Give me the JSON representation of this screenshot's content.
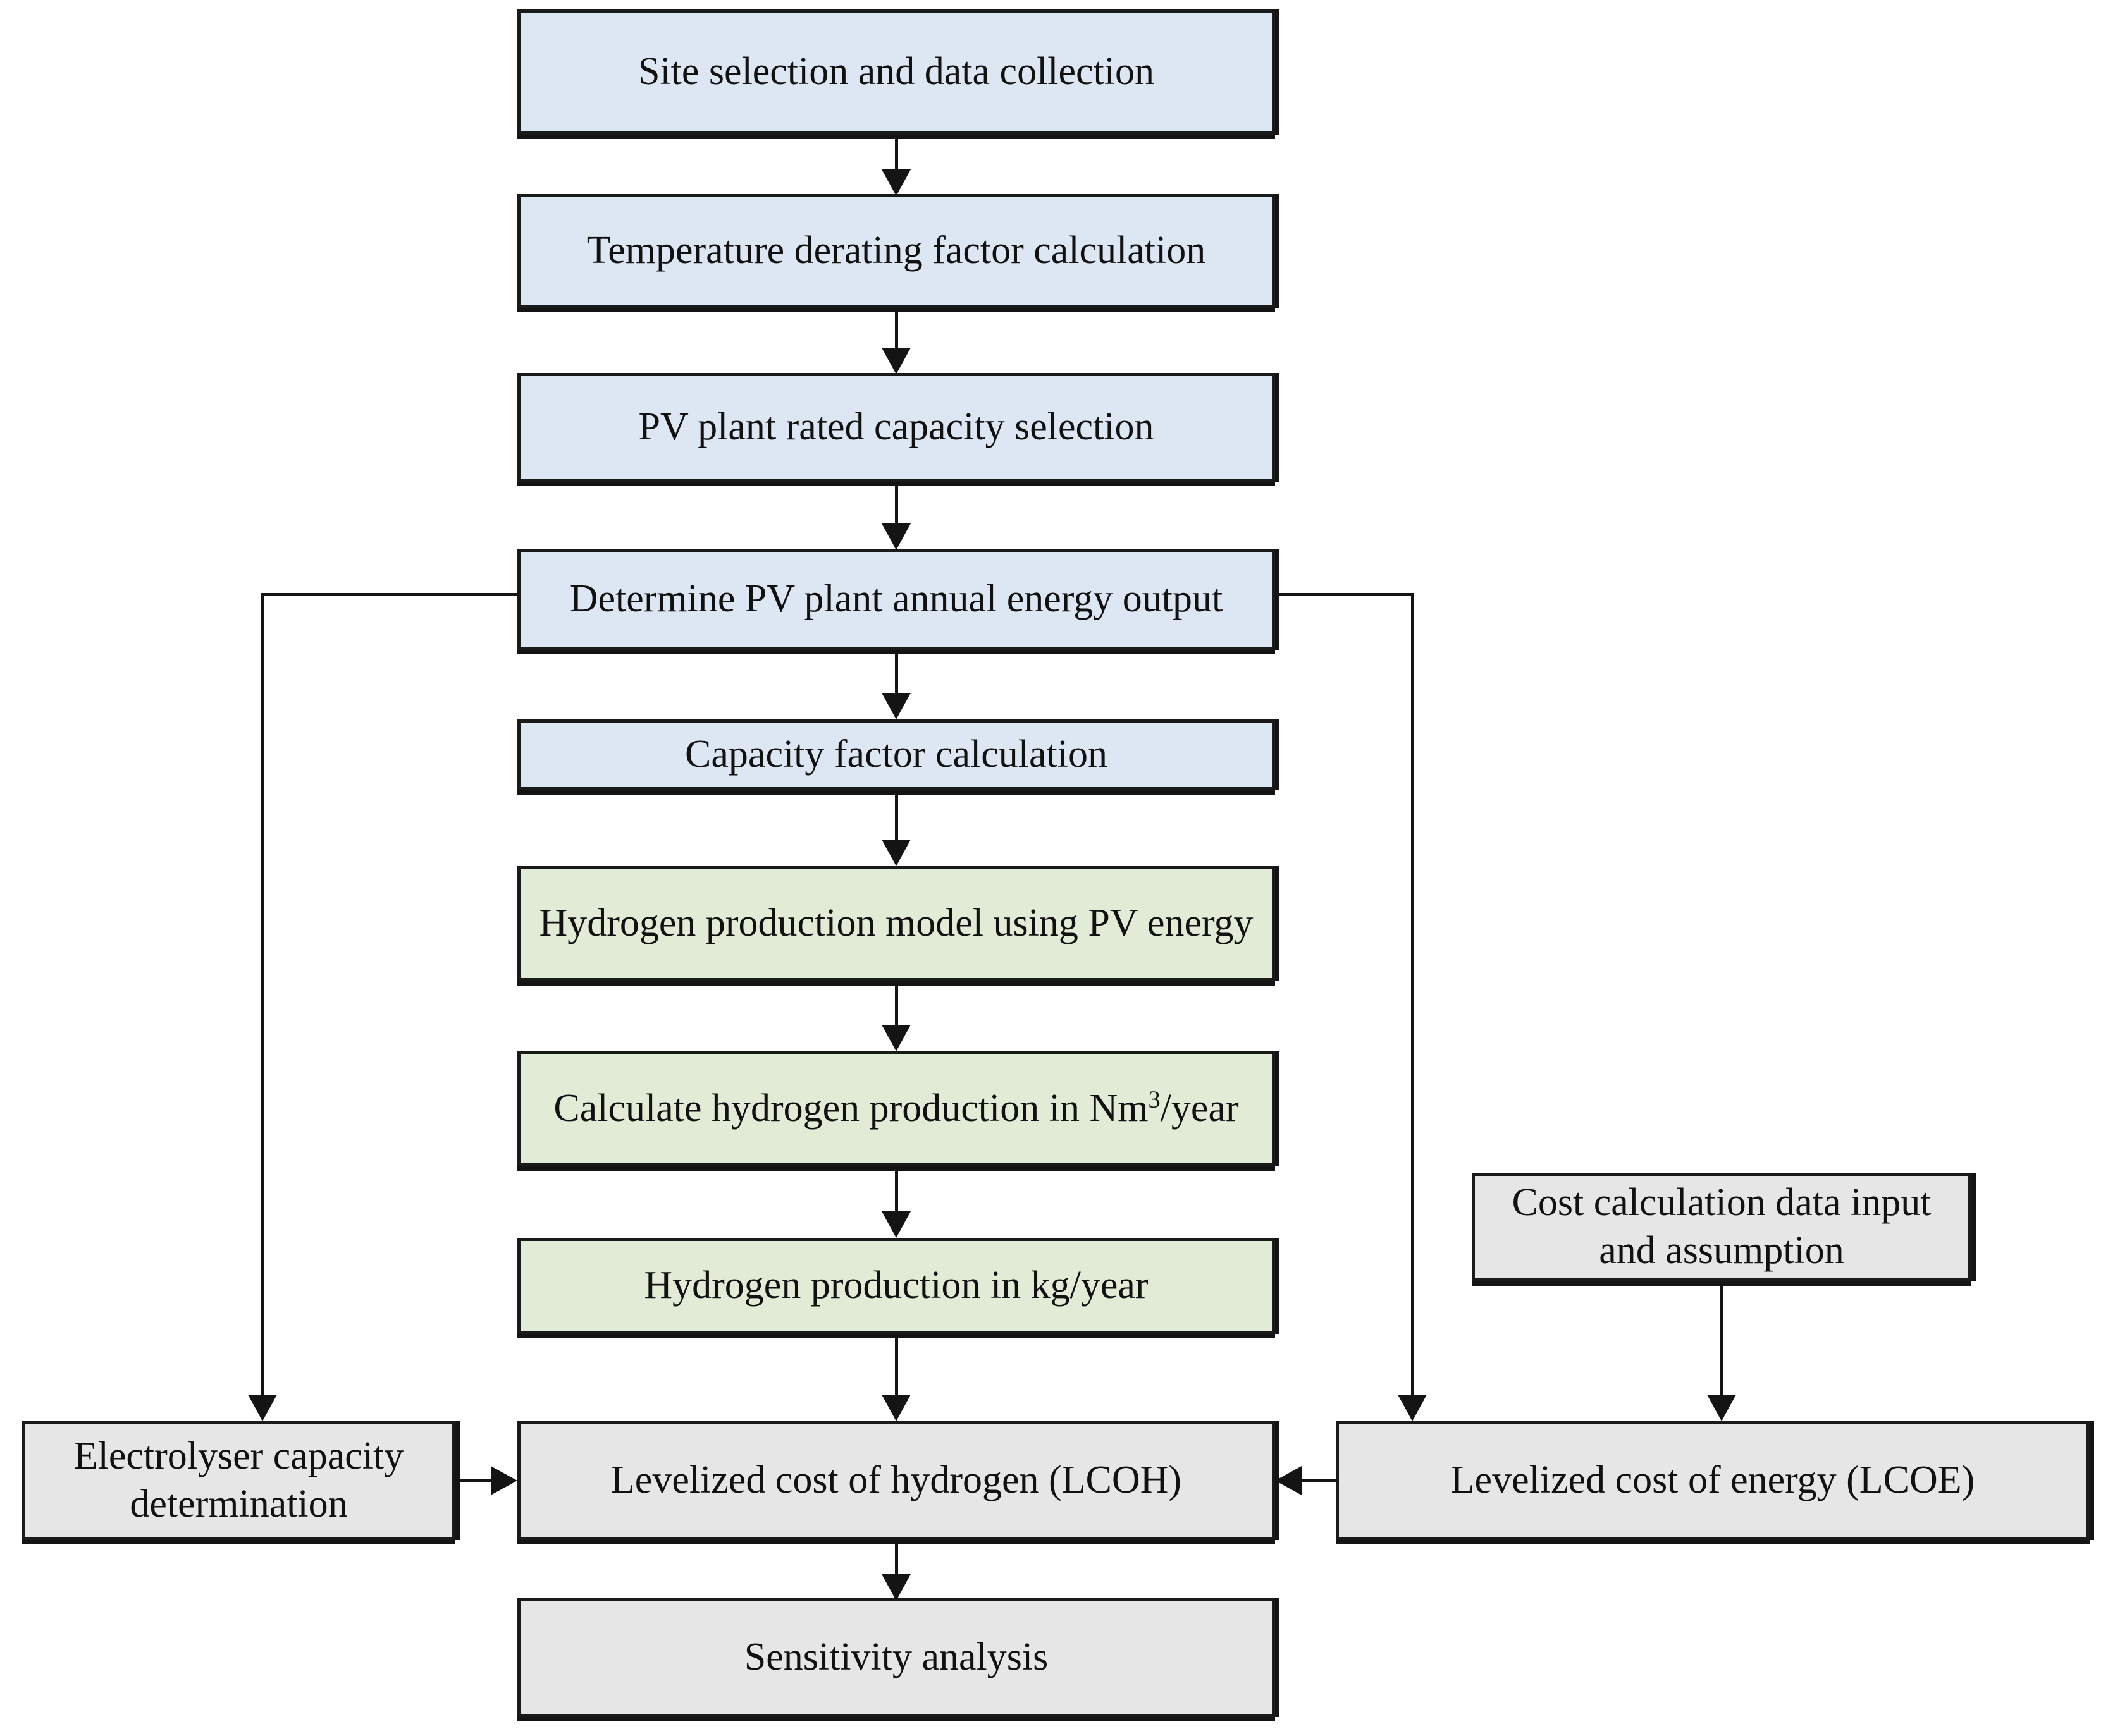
{
  "diagram": {
    "title": "PV-powered hydrogen production and cost analysis methodology flowchart",
    "type": "flowchart",
    "colors": {
      "blue_fill": "#dde7f3",
      "green_fill": "#e2ebd6",
      "gray_fill": "#e6e6e6",
      "border": "#1a1a1a",
      "background": "#ffffff",
      "text": "#111111"
    },
    "nodes": [
      {
        "id": "site-selection",
        "label": "Site selection and data collection",
        "group": "pv-modelling",
        "fill": "blue"
      },
      {
        "id": "temperature-derating",
        "label": "Temperature derating factor calculation",
        "group": "pv-modelling",
        "fill": "blue"
      },
      {
        "id": "pv-rated-capacity",
        "label": "PV plant rated capacity selection",
        "group": "pv-modelling",
        "fill": "blue"
      },
      {
        "id": "annual-energy-output",
        "label": "Determine PV plant annual energy output",
        "group": "pv-modelling",
        "fill": "blue"
      },
      {
        "id": "capacity-factor",
        "label": "Capacity factor calculation",
        "group": "pv-modelling",
        "fill": "blue"
      },
      {
        "id": "hydrogen-model",
        "label": "Hydrogen production model using PV energy",
        "group": "hydrogen",
        "fill": "green"
      },
      {
        "id": "hydrogen-nm3",
        "label_pre": "Calculate hydrogen production in Nm",
        "label_sup": "3",
        "label_post": "/year",
        "label": "Calculate hydrogen production in Nm3/year",
        "group": "hydrogen",
        "fill": "green"
      },
      {
        "id": "hydrogen-kg",
        "label": "Hydrogen production in kg/year",
        "group": "hydrogen",
        "fill": "green"
      },
      {
        "id": "electrolyser-capacity",
        "label": "Electrolyser capacity determination",
        "group": "cost-analysis",
        "fill": "gray"
      },
      {
        "id": "lcoh",
        "label": "Levelized  cost of hydrogen (LCOH)",
        "group": "cost-analysis",
        "fill": "gray"
      },
      {
        "id": "lcoe",
        "label": "Levelized  cost of energy (LCOE)",
        "group": "cost-analysis",
        "fill": "gray"
      },
      {
        "id": "cost-data-input",
        "label": "Cost calculation data input and assumption",
        "group": "cost-analysis",
        "fill": "gray"
      },
      {
        "id": "sensitivity-analysis",
        "label": "Sensitivity analysis",
        "group": "cost-analysis",
        "fill": "gray"
      }
    ],
    "edges": [
      {
        "from": "site-selection",
        "to": "temperature-derating",
        "style": "straight-down"
      },
      {
        "from": "temperature-derating",
        "to": "pv-rated-capacity",
        "style": "straight-down"
      },
      {
        "from": "pv-rated-capacity",
        "to": "annual-energy-output",
        "style": "straight-down"
      },
      {
        "from": "annual-energy-output",
        "to": "capacity-factor",
        "style": "straight-down"
      },
      {
        "from": "capacity-factor",
        "to": "hydrogen-model",
        "style": "straight-down"
      },
      {
        "from": "hydrogen-model",
        "to": "hydrogen-nm3",
        "style": "straight-down"
      },
      {
        "from": "hydrogen-nm3",
        "to": "hydrogen-kg",
        "style": "straight-down"
      },
      {
        "from": "hydrogen-kg",
        "to": "lcoh",
        "style": "straight-down"
      },
      {
        "from": "annual-energy-output",
        "to": "electrolyser-capacity",
        "style": "elbow-left"
      },
      {
        "from": "annual-energy-output",
        "to": "lcoe",
        "style": "elbow-right"
      },
      {
        "from": "electrolyser-capacity",
        "to": "lcoh",
        "style": "straight-right"
      },
      {
        "from": "lcoe",
        "to": "lcoh",
        "style": "straight-left"
      },
      {
        "from": "cost-data-input",
        "to": "lcoe",
        "style": "straight-down"
      },
      {
        "from": "lcoh",
        "to": "sensitivity-analysis",
        "style": "straight-down"
      }
    ]
  }
}
